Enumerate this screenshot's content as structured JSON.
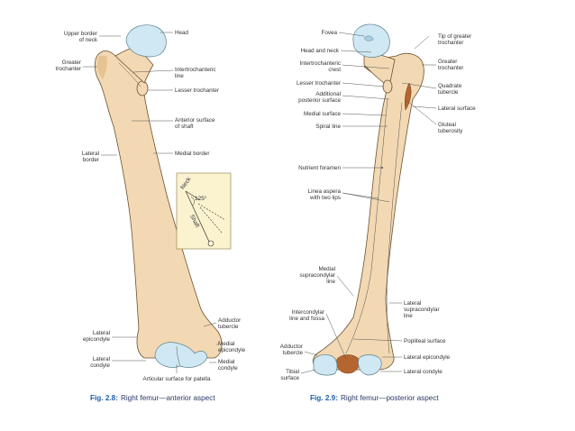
{
  "figures": [
    {
      "number": "Fig. 2.8:",
      "caption": "Right femur—anterior aspect",
      "labels": {
        "head": "Head",
        "upper_border_neck": [
          "Upper border",
          "of neck"
        ],
        "greater_trochanter": [
          "Greater",
          "trochanter"
        ],
        "intertrochanteric_line": [
          "Intertrochanteric",
          "line"
        ],
        "lesser_trochanter": "Lesser trochanter",
        "anterior_surface": [
          "Anterior surface",
          "of shaft"
        ],
        "lateral_border": [
          "Lateral",
          "border"
        ],
        "medial_border": "Medial border",
        "adductor_tubercle": [
          "Adductor",
          "tubercle"
        ],
        "lateral_epicondyle": [
          "Lateral",
          "epicondyle"
        ],
        "medial_epicondyle": [
          "Medial",
          "epicondyle"
        ],
        "lateral_condyle": [
          "Lateral",
          "condyle"
        ],
        "medial_condyle": [
          "Medial",
          "condyle"
        ],
        "articular_surface": "Articular surface for patella"
      },
      "inset": {
        "neck": "Neck",
        "angle": "125°",
        "shaft": "Shaft"
      }
    },
    {
      "number": "Fig. 2.9:",
      "caption": "Right femur—posterior aspect",
      "labels": {
        "fovea": "Fovea",
        "head_neck": "Head and neck",
        "intertrochanteric_crest": [
          "Intertrochanteric",
          "crest"
        ],
        "lesser_trochanter": "Lesser trochanter",
        "additional_posterior": [
          "Additional",
          "posterior surface"
        ],
        "medial_surface": "Medial surface",
        "spiral_line": "Spiral line",
        "tip_greater_trochanter": [
          "Tip of greater",
          "trochanter"
        ],
        "greater_trochanter": [
          "Greater",
          "trochanter"
        ],
        "quadrate_tubercle": [
          "Quadrate",
          "tubercle"
        ],
        "lateral_surface": "Lateral surface",
        "gluteal_tuberosity": [
          "Gluteal",
          "tuberosity"
        ],
        "nutrient_foramen": "Nutrient foramen",
        "linea_aspera": [
          "Linea aspera",
          "with two lips"
        ],
        "medial_supracondylar": [
          "Medial",
          "supracondylar",
          "line"
        ],
        "lateral_supracondylar": [
          "Lateral",
          "supracondylar",
          "line"
        ],
        "intercondylar": [
          "Intercondylar",
          "line and fossa"
        ],
        "popliteal_surface": "Popliteal surface",
        "adductor_tubercle": [
          "Adductor",
          "tubercle"
        ],
        "lateral_epicondyle": "Lateral epicondyle",
        "tibial_surface": [
          "Tibial",
          "surface"
        ],
        "lateral_condyle": "Lateral condyle"
      }
    }
  ],
  "colors": {
    "bone": "#f2d9b3",
    "cartilage": "#cfe8f3",
    "fossa": "#b5652e",
    "caption_number": "#1f5fa8",
    "inset_bg": "#fbf3cf"
  }
}
